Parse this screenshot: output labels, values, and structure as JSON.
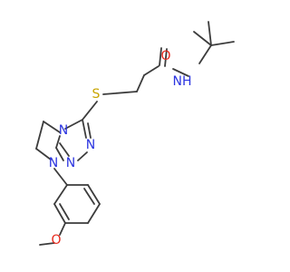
{
  "molecule": {
    "labels": {
      "oxygen_carbonyl": "O",
      "amide_nh": "NH",
      "sulfur": "S",
      "n4": "N",
      "n2": "N",
      "n1": "N",
      "n7": "N",
      "oxygen_methoxy": "O"
    },
    "colors": {
      "carbon_bond": "#3c3c3c",
      "oxygen": "#e8271a",
      "nitrogen": "#2b34e0",
      "sulfur": "#c8a500"
    }
  }
}
